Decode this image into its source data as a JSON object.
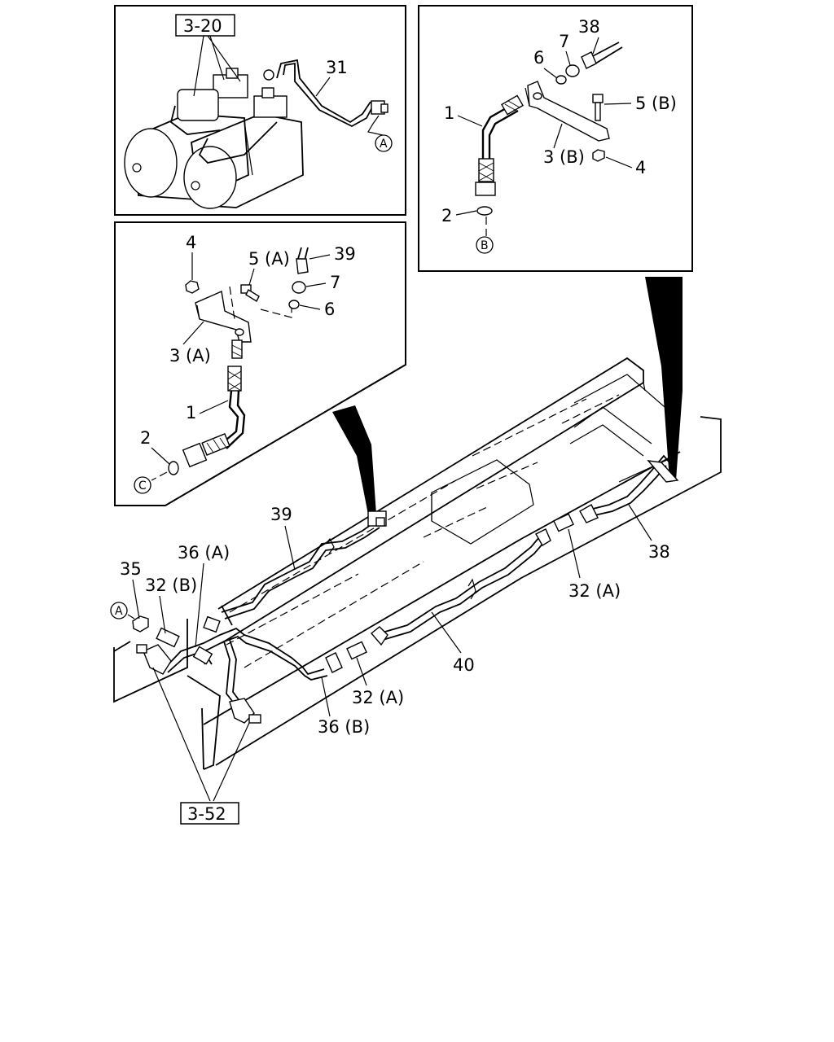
{
  "panel_top_left": {
    "ref_box": "3-20",
    "label_31": "31",
    "callout_a": "A"
  },
  "panel_top_right": {
    "label_38": "38",
    "label_7": "7",
    "label_6": "6",
    "label_5b": "5 (B)",
    "label_1": "1",
    "label_3b": "3 (B)",
    "label_4": "4",
    "label_2": "2",
    "callout_b": "B"
  },
  "panel_mid_left": {
    "label_4": "4",
    "label_5a": "5 (A)",
    "label_39": "39",
    "label_7": "7",
    "label_6": "6",
    "label_3a": "3 (A)",
    "label_1": "1",
    "label_2": "2",
    "callout_c": "C"
  },
  "main": {
    "label_39": "39",
    "label_36a": "36 (A)",
    "label_35": "35",
    "label_32b": "32 (B)",
    "callout_a": "A",
    "label_38": "38",
    "label_32a_right": "32 (A)",
    "label_40": "40",
    "label_32a_mid": "32 (A)",
    "label_36b": "36 (B)",
    "ref_box": "3-52"
  }
}
